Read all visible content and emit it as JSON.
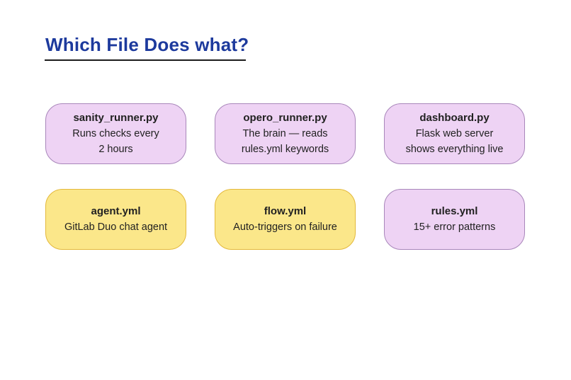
{
  "title": {
    "text": "Which File Does what?"
  },
  "colors": {
    "page_bg": "#ffffff",
    "title_color": "#1d3a9d",
    "underline_color": "#1c1c1c",
    "text_color": "#212121",
    "purple_bg": "#eed3f4",
    "purple_border": "#a886ba",
    "yellow_bg": "#fbe78a",
    "yellow_border": "#e3b83b"
  },
  "cards": [
    {
      "title": "sanity_runner.py",
      "body": "Runs checks every\n2 hours",
      "theme": "purple"
    },
    {
      "title": "opero_runner.py",
      "body": "The brain — reads\nrules.yml keywords",
      "theme": "purple"
    },
    {
      "title": "dashboard.py",
      "body": "Flask web server\nshows everything live",
      "theme": "purple"
    },
    {
      "title": "agent.yml",
      "body": "GitLab Duo chat agent",
      "theme": "yellow"
    },
    {
      "title": "flow.yml",
      "body": "Auto-triggers on failure",
      "theme": "yellow"
    },
    {
      "title": "rules.yml",
      "body": "15+ error patterns",
      "theme": "purple"
    }
  ]
}
